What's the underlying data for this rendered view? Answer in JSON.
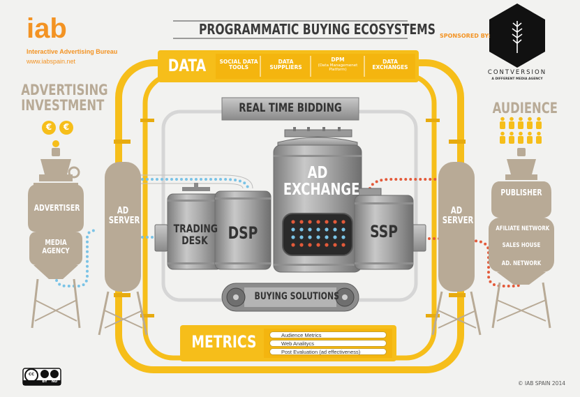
{
  "title": "PROGRAMMATIC BUYING ECOSYSTEMS",
  "iab": {
    "logo": "iab",
    "name": "Interactive Advertising Bureau",
    "url": "www.iabspain.net"
  },
  "sponsor": {
    "label": "SPONSORED BY:",
    "name": "CONTVERSION",
    "tagline": "A DIFFERENT MEDIA AGENCY"
  },
  "data_bar": {
    "label": "DATA",
    "items": [
      {
        "title": "SOCIAL DATA\nTOOLS",
        "sub": ""
      },
      {
        "title": "DATA\nSUPPLIERS",
        "sub": ""
      },
      {
        "title": "DPM",
        "sub": "(Data Managemenet\nPlatform)"
      },
      {
        "title": "DATA\nEXCHANGES",
        "sub": ""
      }
    ]
  },
  "left": {
    "heading": "ADVERTISING\nINVESTMENT",
    "coin_symbol": "€",
    "advertiser": "ADVERTISER",
    "agency": "MEDIA\nAGENCY",
    "ad_server": "AD\nSERVER"
  },
  "right": {
    "heading": "AUDIENCE",
    "publisher": "PUBLISHER",
    "list": [
      "AFILIATE NETWORK",
      "SALES HOUSE",
      "AD. NETWORK"
    ],
    "ad_server": "AD\nSERVER"
  },
  "center": {
    "rtb": "REAL TIME BIDDING",
    "trading_desk": "TRADING\nDESK",
    "dsp": "DSP",
    "ad_exchange": "AD\nEXCHANGE",
    "ssp": "SSP",
    "buying_solutions": "BUYING SOLUTIONS"
  },
  "metrics": {
    "label": "METRICS",
    "items": [
      "Audience Metrics",
      "Web Analitycs",
      "Post Evaluation (ad effectiveness)"
    ]
  },
  "license": {
    "cc": "cc",
    "by": "BY",
    "nd": "ND"
  },
  "footer": "© IAB SPAIN 2014",
  "colors": {
    "yellow": "#f6be1a",
    "beige": "#b8aa96",
    "metal": "#9a9a9a",
    "orange": "#f39323",
    "dot_blue": "#7ac3e6",
    "dot_red": "#e35a3a"
  }
}
